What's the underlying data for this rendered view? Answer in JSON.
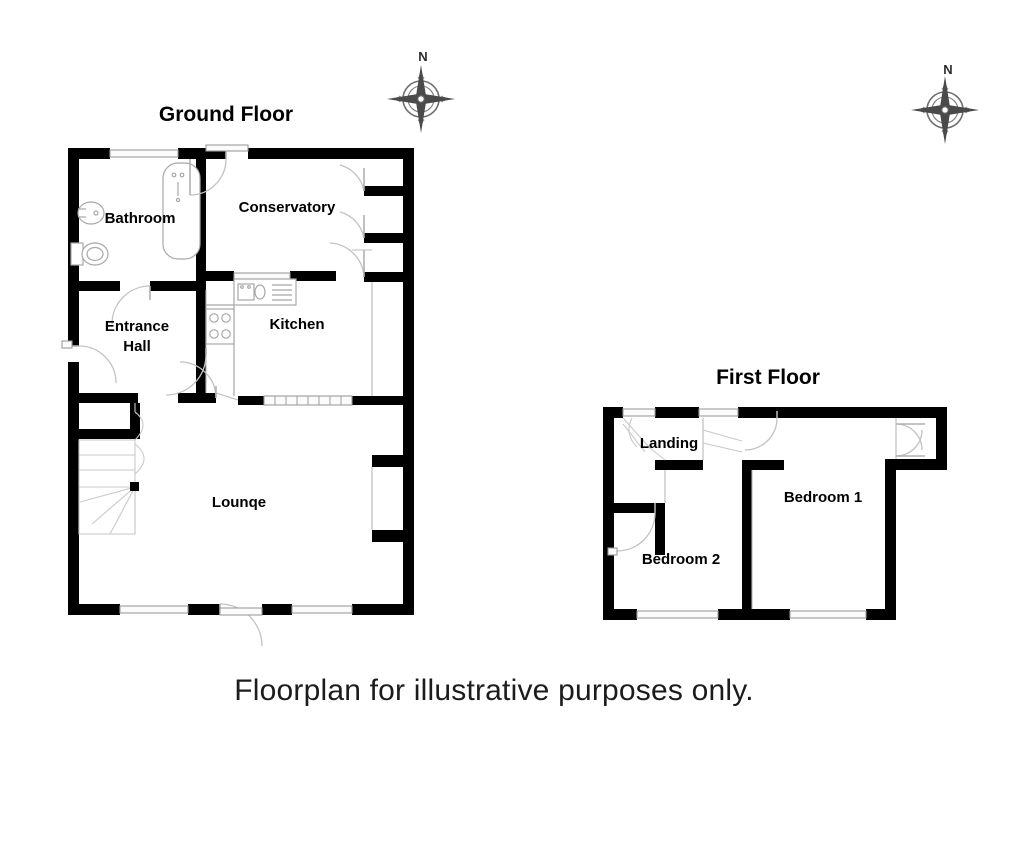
{
  "document": {
    "type": "property-floorplan",
    "caption": "Floorplan for illustrative purposes only."
  },
  "ground_floor": {
    "title": "Ground Floor",
    "rooms": [
      {
        "key": "bathroom",
        "label": "Bathroom"
      },
      {
        "key": "conservatory",
        "label": "Conservatory"
      },
      {
        "key": "entrance_hall_line1",
        "label": "Entrance"
      },
      {
        "key": "entrance_hall_line2",
        "label": "Hall"
      },
      {
        "key": "kitchen",
        "label": "Kitchen"
      },
      {
        "key": "lounge",
        "label": "Lounqe"
      }
    ],
    "fixtures": [
      "bath-tub",
      "wash-basin",
      "toilet",
      "kitchen-sink",
      "kitchen-worktop",
      "hob-four-ring",
      "staircase-winder"
    ]
  },
  "first_floor": {
    "title": "First Floor",
    "rooms": [
      {
        "key": "landing",
        "label": "Landing"
      },
      {
        "key": "bedroom_1",
        "label": "Bedroom 1"
      },
      {
        "key": "bedroom_2",
        "label": "Bedroom 2"
      }
    ],
    "fixtures": [
      "stair-opening",
      "wardrobe-recess"
    ]
  },
  "compass": {
    "north_label": "N",
    "instances": [
      "ground-floor-compass",
      "first-floor-compass"
    ]
  },
  "colors": {
    "wall": "#000000",
    "background": "#ffffff",
    "text": "#000000",
    "thin_line": "#b9b9b9",
    "door_swing": "#c2c2c2"
  }
}
